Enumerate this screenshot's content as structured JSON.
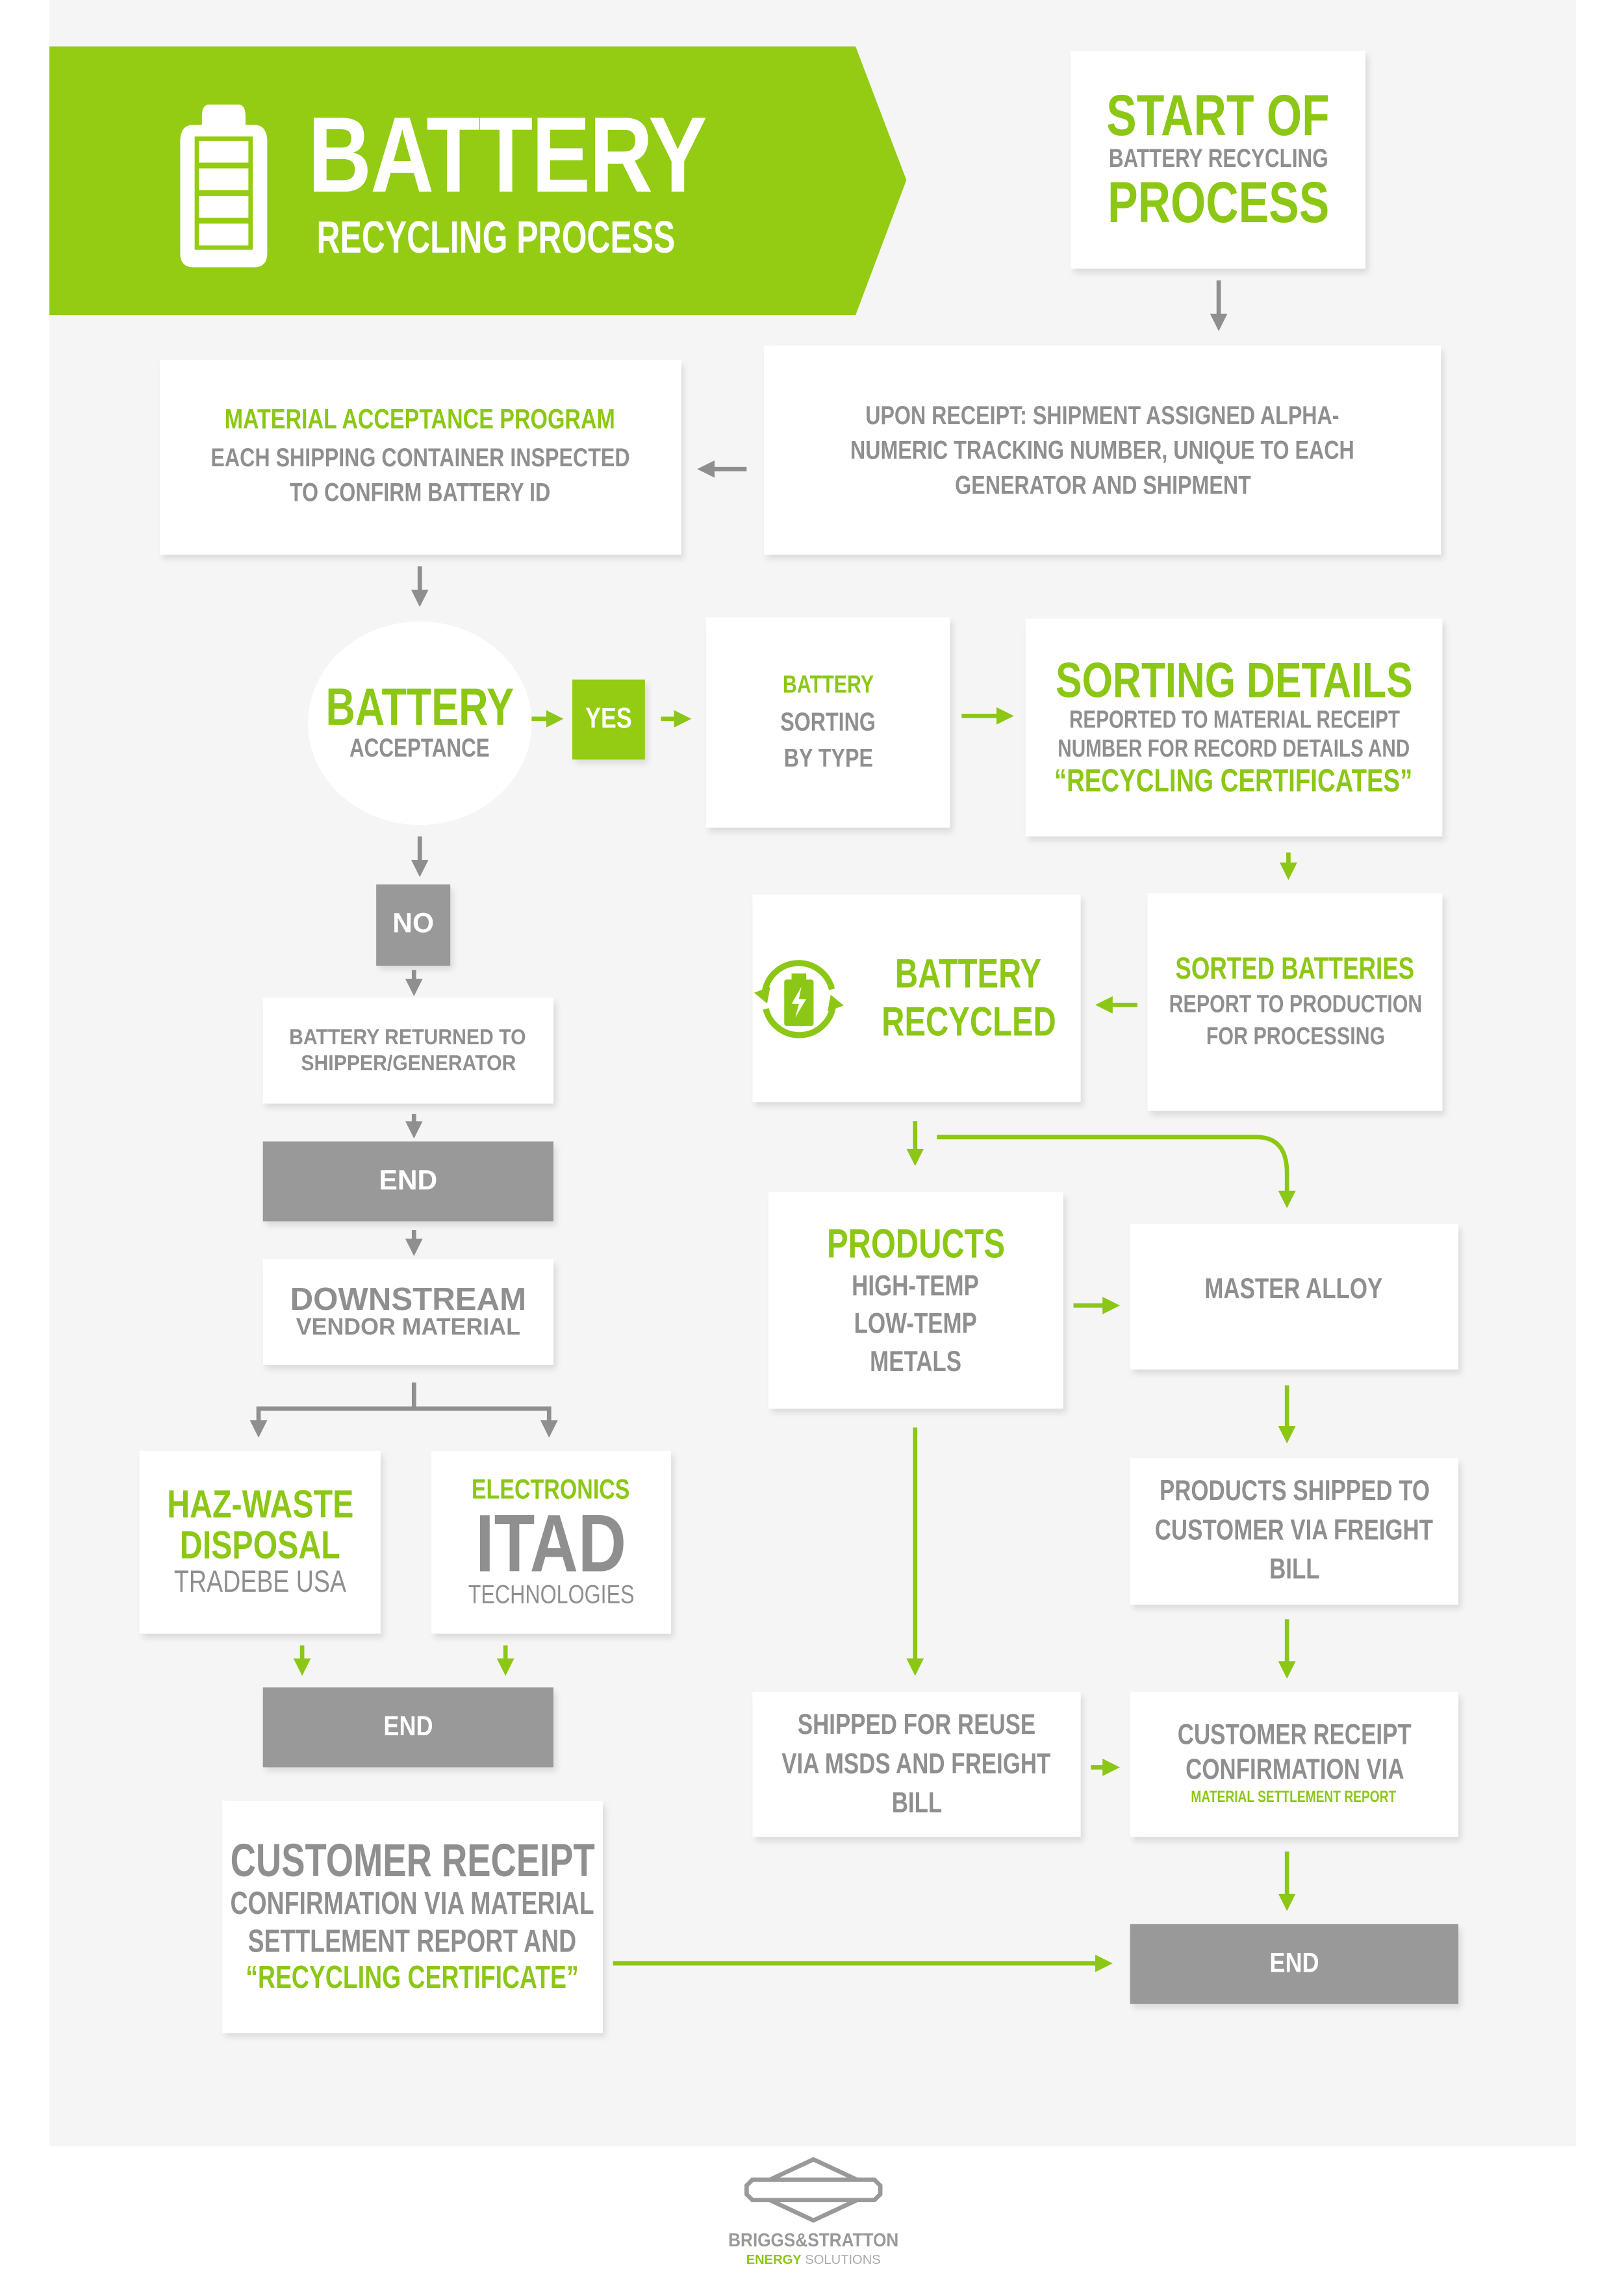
{
  "banner": {
    "title": "BATTERY",
    "subtitle": "RECYCLING PROCESS",
    "icon": "battery-icon",
    "color": "#93cc13"
  },
  "colors": {
    "accent_green": "#8cc716",
    "text_gray": "#8f8f8f",
    "end_box_gray": "#999999",
    "panel_bg": "#f5f5f5"
  },
  "nodes": {
    "start": {
      "line1": "START OF",
      "line2": "BATTERY RECYCLING",
      "line3": "PROCESS"
    },
    "upon_receipt": {
      "line1": "UPON RECEIPT: SHIPMENT ASSIGNED ALPHA-",
      "line2": "NUMERIC TRACKING NUMBER, UNIQUE TO EACH",
      "line3": "GENERATOR AND SHIPMENT"
    },
    "material_acceptance": {
      "title": "MATERIAL ACCEPTANCE PROGRAM",
      "line1": "EACH SHIPPING CONTAINER INSPECTED",
      "line2": "TO CONFIRM BATTERY ID"
    },
    "battery_acceptance": {
      "title": "BATTERY",
      "subtitle": "ACCEPTANCE"
    },
    "yes": {
      "label": "YES"
    },
    "no": {
      "label": "NO"
    },
    "sorting_by_type": {
      "line1": "BATTERY",
      "line2": "SORTING",
      "line3": "BY TYPE"
    },
    "sorting_details": {
      "title": "SORTING DETAILS",
      "line1": "REPORTED TO MATERIAL RECEIPT",
      "line2": "NUMBER FOR RECORD DETAILS AND",
      "line3": "“RECYCLING CERTIFICATES”"
    },
    "sorted_batteries": {
      "title": "SORTED BATTERIES",
      "line1": "REPORT TO PRODUCTION",
      "line2": "FOR PROCESSING"
    },
    "battery_recycled": {
      "line1": "BATTERY",
      "line2": "RECYCLED",
      "icon": "recycle-battery-icon"
    },
    "returned": {
      "line1": "BATTERY RETURNED TO",
      "line2": "SHIPPER/GENERATOR"
    },
    "end1": {
      "label": "END"
    },
    "downstream": {
      "line1": "DOWNSTREAM",
      "line2": "VENDOR MATERIAL"
    },
    "haz_waste": {
      "line1": "HAZ-WASTE",
      "line2": "DISPOSAL",
      "line3": "TRADEBE USA"
    },
    "electronics": {
      "line1": "ELECTRONICS",
      "line2": "ITAD",
      "line3": "TECHNOLOGIES"
    },
    "end2": {
      "label": "END"
    },
    "customer_receipt_left": {
      "line1": "CUSTOMER RECEIPT",
      "line2": "CONFIRMATION VIA MATERIAL",
      "line3": "SETTLEMENT REPORT AND",
      "line4": "“RECYCLING CERTIFICATE”"
    },
    "products": {
      "title": "PRODUCTS",
      "line1": "HIGH-TEMP",
      "line2": "LOW-TEMP",
      "line3": "METALS"
    },
    "master_alloy": {
      "label": "MASTER ALLOY"
    },
    "products_shipped": {
      "line1": "PRODUCTS SHIPPED TO",
      "line2": "CUSTOMER VIA FREIGHT",
      "line3": "BILL"
    },
    "shipped_reuse": {
      "line1": "SHIPPED FOR REUSE",
      "line2": "VIA MSDS AND FREIGHT",
      "line3": "BILL"
    },
    "customer_receipt_right": {
      "line1": "CUSTOMER RECEIPT",
      "line2": "CONFIRMATION VIA",
      "line3": "MATERIAL SETTLEMENT REPORT"
    },
    "end3": {
      "label": "END"
    }
  },
  "footer": {
    "brand": "BRIGGS&STRATTON",
    "tagline_green": "ENERGY",
    "tagline_gray": "SOLUTIONS",
    "icon": "briggs-stratton-logo-icon"
  }
}
